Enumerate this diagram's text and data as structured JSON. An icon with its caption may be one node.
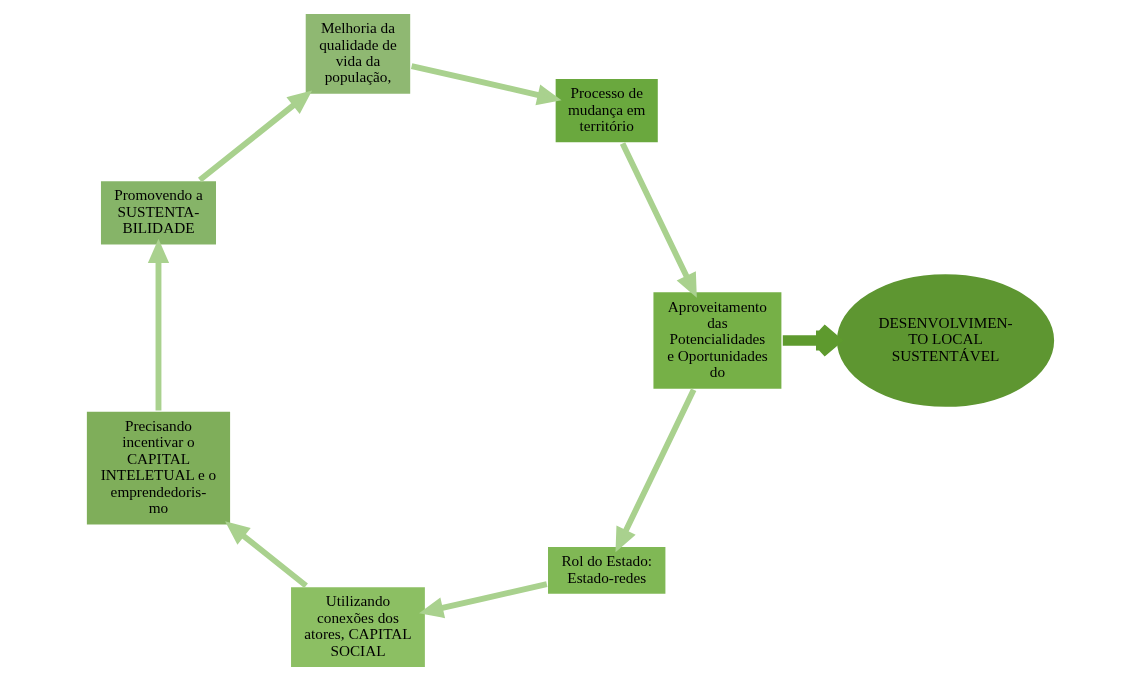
{
  "diagram": {
    "nodes": [
      {
        "text": [
          "Processo de mudança em território"
        ]
      },
      {
        "text": [
          "Aproveitamento das Potencialidades e Oportunidades do"
        ]
      },
      {
        "text": [
          "Rol do Estado: Estado-redes"
        ]
      },
      {
        "text": [
          "Utilizando conexões dos atores, CAPITAL SOCIAL"
        ]
      },
      {
        "text": [
          "Precisando incentivar o CAPITAL INTELETUAL e o emprendedoris- mo"
        ]
      },
      {
        "text": [
          "Promovendo a SUSTENTA- BILIDADE"
        ]
      },
      {
        "text": [
          "Melhoria da qualidade de vida da população,"
        ]
      },
      {
        "text": [
          "DESENVOLVIMEN- TO LOCAL SUSTENTÁVEL"
        ]
      }
    ],
    "edges": [
      {
        "from": 0,
        "to": 1,
        "arrow": "to"
      },
      {
        "from": 1,
        "to": 2,
        "arrow": "to"
      },
      {
        "from": 2,
        "to": 3,
        "arrow": "to"
      },
      {
        "from": 3,
        "to": 4,
        "arrow": "to"
      },
      {
        "from": 4,
        "to": 5,
        "arrow": "to"
      },
      {
        "from": 5,
        "to": 6,
        "arrow": "to"
      },
      {
        "from": 6,
        "to": 0,
        "arrow": "to"
      },
      {
        "from": 1,
        "to": 7,
        "arrow": "to",
        "style": "thick",
        "color": "#5e9a2e"
      }
    ]
  }
}
